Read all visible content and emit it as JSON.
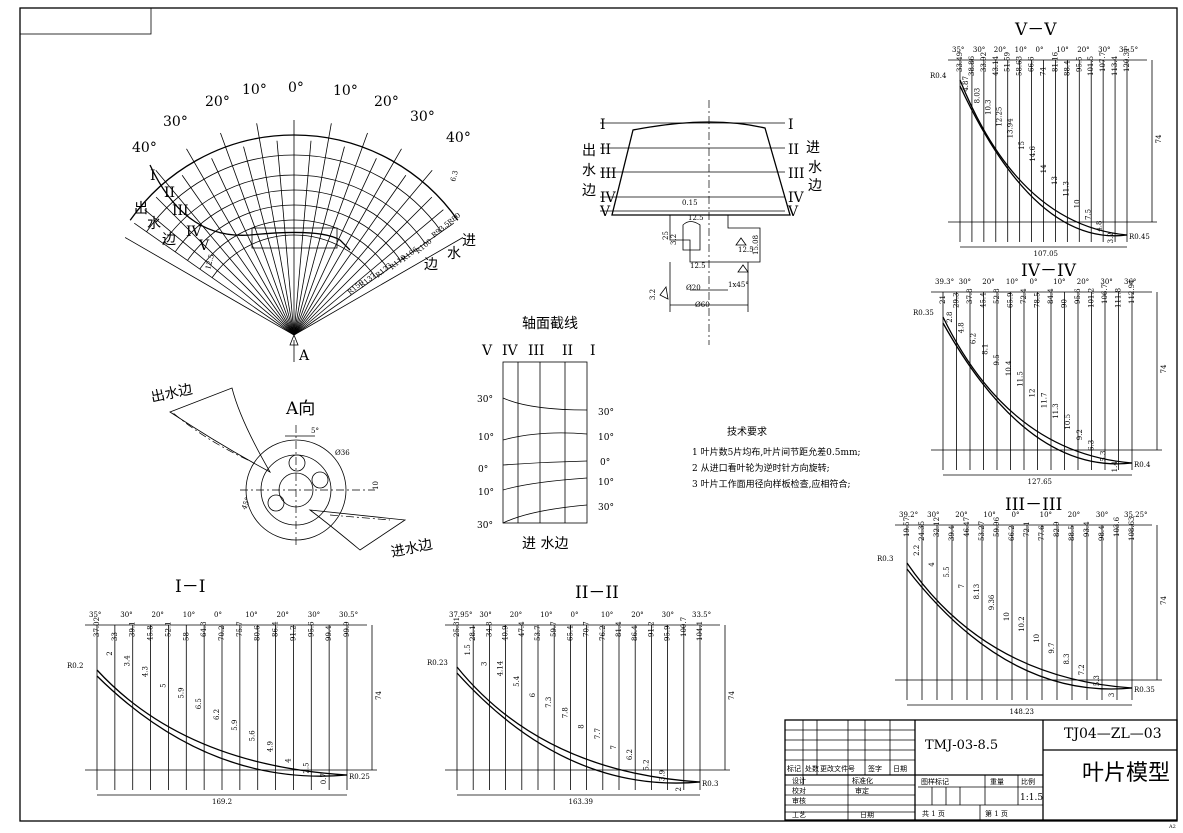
{
  "top_view": {
    "angles": [
      "40°",
      "30°",
      "20°",
      "10°",
      "0°",
      "10°",
      "20°",
      "30°",
      "40°"
    ],
    "roman_left": [
      "I",
      "II",
      "III",
      "IV",
      "V"
    ],
    "label_out": [
      "出",
      "水",
      "边"
    ],
    "label_in": [
      "进",
      "水",
      "边"
    ],
    "radius_labels": [
      "R150",
      "R137",
      "R123",
      "R110",
      "R106",
      "R100",
      "R93.5",
      "R80"
    ],
    "arrow_label": "A",
    "rough_left": "12.5",
    "rough_right": "6.3"
  },
  "side_view": {
    "roman_right": [
      "I",
      "II",
      "III",
      "IV",
      "V"
    ],
    "label_out": [
      "出",
      "水",
      "边"
    ],
    "label_in": [
      "进",
      "水",
      "边"
    ],
    "dims": [
      "0.15",
      "12.5",
      "3.2",
      "15.08",
      "12.5",
      "1x45°",
      "Ø20",
      "Ø60",
      "25",
      "12.5",
      "3.2"
    ]
  },
  "a_view": {
    "title": "A向",
    "label_out": "出水边",
    "label_in": "进水边",
    "dims": [
      "5°",
      "Ø36",
      "10",
      "45°"
    ]
  },
  "axial": {
    "title": "轴面截线",
    "roman": [
      "V",
      "IV",
      "III",
      "II",
      "I"
    ],
    "left_angles": [
      "30°",
      "10°",
      "0°",
      "10°",
      "30°"
    ],
    "right_angles": [
      "30°",
      "10°",
      "0°",
      "10°",
      "30°"
    ],
    "bottom_label": "进 水边"
  },
  "requirements": {
    "title": "技术要求",
    "items": [
      "1 叶片数5片均布,叶片间节距允差0.5mm;",
      "2 从进口看叶轮为逆时针方向旋转;",
      "3 叶片工作面用径向样板检查,应相符合;"
    ]
  },
  "sections": {
    "I": {
      "title": "I－I",
      "angles": [
        "35°",
        "30°",
        "20°",
        "10°",
        "0°",
        "10°",
        "20°",
        "30°",
        "30.5°"
      ],
      "top_values": [
        "37.02",
        "33",
        "39.1",
        "45.8",
        "52.1",
        "58",
        "64.3",
        "70.2",
        "75.7",
        "80.6",
        "86.4",
        "91.2",
        "95.6",
        "99.4",
        "99.9"
      ],
      "bottom_values": [
        "2",
        "3.4",
        "4.3",
        "5",
        "5.9",
        "6.5",
        "6.2",
        "5.9",
        "5.6",
        "4.9",
        "4",
        "2.5",
        "0.7"
      ],
      "radius_start": "R0.2",
      "radius_end": "R0.25",
      "height": "74",
      "width": "169.2"
    },
    "II": {
      "title": "II－II",
      "angles": [
        "37.95°",
        "30°",
        "20°",
        "10°",
        "0°",
        "10°",
        "20°",
        "30°",
        "33.5°"
      ],
      "top_values": [
        "25.31",
        "28.1",
        "34.8",
        "40.9",
        "47.4",
        "53.7",
        "59.7",
        "65.4",
        "70.7",
        "76.2",
        "81.4",
        "86.4",
        "91.2",
        "95.9",
        "100.7",
        "104.1"
      ],
      "bottom_values": [
        "1.5",
        "3",
        "4.14",
        "5.4",
        "6",
        "7.3",
        "7.8",
        "8",
        "7.7",
        "7",
        "6.2",
        "5.2",
        "3.9",
        "2"
      ],
      "radius_start": "R0.23",
      "radius_end": "R0.3",
      "height": "74",
      "width": "163.39"
    },
    "V": {
      "title": "V－V",
      "angles": [
        "35°",
        "30°",
        "20°",
        "10°",
        "0°",
        "10°",
        "20°",
        "30°",
        "35.5°"
      ],
      "top_values": [
        "33.49",
        "38.86",
        "33.92",
        "43.14",
        "51.59",
        "58.63",
        "66.6",
        "74",
        "81.16",
        "88.4",
        "95.5",
        "101.5",
        "107.7",
        "113.4",
        "120.31"
      ],
      "bottom_values": [
        "4.87",
        "8.03",
        "10.3",
        "12.25",
        "13.94",
        "15",
        "14.6",
        "14",
        "13",
        "11.3",
        "10",
        "7.5",
        "4.8",
        "3.2"
      ],
      "radius_start": "R0.4",
      "radius_end": "R0.45",
      "height": "74",
      "width": "107.05"
    },
    "IV": {
      "title": "IV－IV",
      "angles": [
        "39.3°",
        "30°",
        "20°",
        "10°",
        "0°",
        "10°",
        "20°",
        "30°",
        "36°"
      ],
      "top_values": [
        "21",
        "29.3",
        "37.8",
        "45.4",
        "52.8",
        "65.9",
        "72.4",
        "78.5",
        "84.4",
        "90",
        "95.6",
        "101.2",
        "106.7",
        "111.8",
        "112.94"
      ],
      "bottom_values": [
        "2.8",
        "4.8",
        "6.2",
        "8.1",
        "9.5",
        "10.4",
        "11.5",
        "12",
        "11.7",
        "11.3",
        "10.5",
        "9.2",
        "6.3",
        "5.3",
        "1.4"
      ],
      "radius_start": "R0.35",
      "radius_end": "R0.4",
      "height": "74",
      "width": "127.65"
    },
    "III": {
      "title": "III－III",
      "angles": [
        "39.2°",
        "30°",
        "20°",
        "10°",
        "0°",
        "10°",
        "20°",
        "30°",
        "35.25°"
      ],
      "top_values": [
        "19.57",
        "24.35",
        "32.12",
        "39.4",
        "46.47",
        "53.27",
        "59.96",
        "66.2",
        "72.1",
        "77.6",
        "82.9",
        "88.5",
        "93.4",
        "98.4",
        "103.6",
        "108.63"
      ],
      "bottom_values": [
        "2.2",
        "4",
        "5.5",
        "7",
        "8.13",
        "9.36",
        "10",
        "10.2",
        "10",
        "9.7",
        "8.3",
        "7.2",
        "5.3",
        "3"
      ],
      "radius_start": "R0.3",
      "radius_end": "R0.35",
      "height": "74",
      "width": "148.23"
    }
  },
  "title_block": {
    "drawing_code": "TMJ-03-8.5",
    "part_number": "TJ04—ZL—03",
    "part_name": "叶片模型",
    "scale": "1:1.5",
    "row_labels": [
      "标记",
      "处数",
      "更改文件号",
      "签字",
      "日期"
    ],
    "design": "设计",
    "standard": "标准化",
    "check": "校对",
    "review": "审定",
    "audit": "审核",
    "process": "工艺",
    "date": "日期",
    "mark_label": "图样标记",
    "weight_label": "重量",
    "scale_label": "比例",
    "sheets_total": "共  1  页",
    "sheet_no": "第  1  页"
  },
  "sheet_size": "A2"
}
